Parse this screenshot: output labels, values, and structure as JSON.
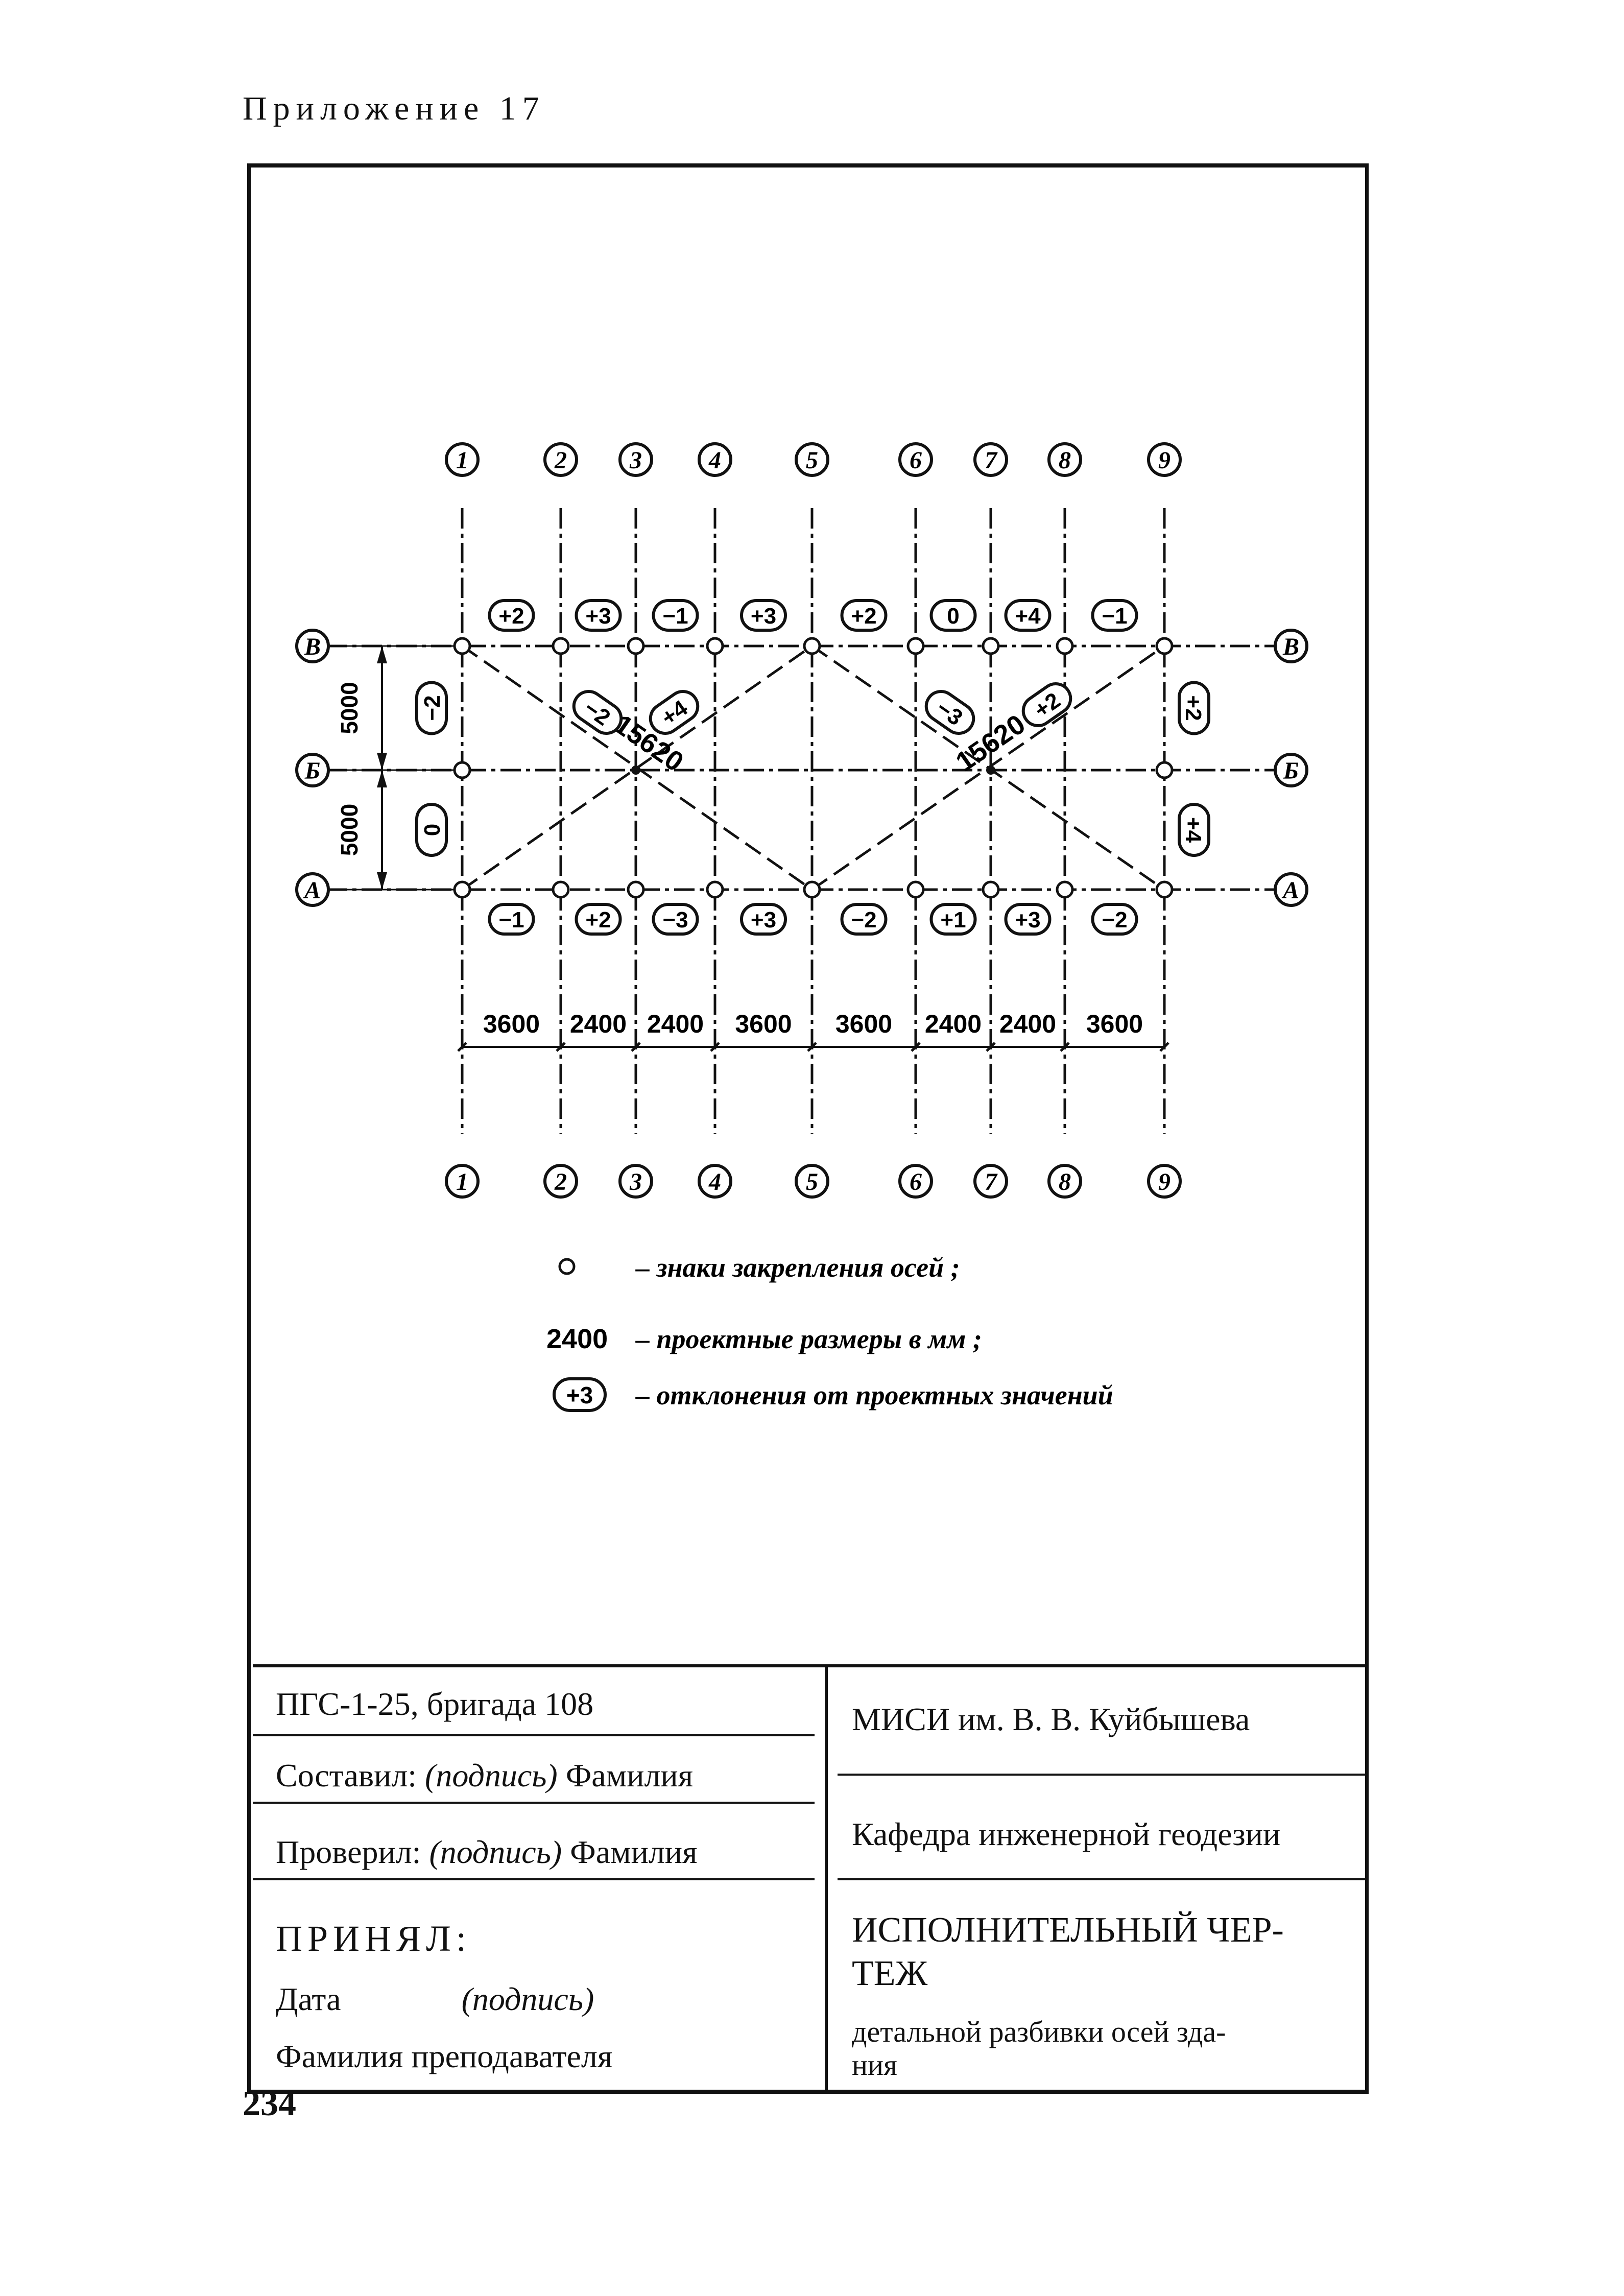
{
  "page": {
    "header": "Приложение 17",
    "number": "234"
  },
  "drawing": {
    "axis_labels_vertical": [
      "1",
      "2",
      "3",
      "4",
      "5",
      "6",
      "7",
      "8",
      "9"
    ],
    "axis_labels_horizontal": [
      "А",
      "Б",
      "В"
    ],
    "spacings": [
      "3600",
      "2400",
      "2400",
      "3600",
      "3600",
      "2400",
      "2400",
      "3600"
    ],
    "height_dims": [
      "5000",
      "5000"
    ],
    "diagonals": [
      "15620",
      "15620"
    ],
    "deviations_top": [
      "+2",
      "+3",
      "−1",
      "+3",
      "+2",
      "0",
      "+4",
      "−1"
    ],
    "deviations_bottom": [
      "−1",
      "+2",
      "−3",
      "+3",
      "−2",
      "+1",
      "+3",
      "−2"
    ],
    "deviations_left": [
      "−2",
      "0"
    ],
    "deviations_right": [
      "+2",
      "+4"
    ],
    "deviations_diagonal": [
      "−2",
      "+4",
      "−3",
      "+2"
    ],
    "legend": [
      {
        "symbol": "",
        "text": "– знаки закрепления осей ;"
      },
      {
        "symbol": "2400",
        "text": "– проектные размеры в мм ;"
      },
      {
        "symbol": "+3",
        "text": "– отклонения от проектных значений"
      }
    ]
  },
  "title_block": {
    "group": "ПГС-1-25, бригада 108",
    "compiled_label": "Составил:",
    "compiled_sign": "(подпись)",
    "compiled_name": "Фамилия",
    "checked_label": "Проверил:",
    "checked_sign": "(подпись)",
    "checked_name": "Фамилия",
    "accepted_title": "ПРИНЯЛ:",
    "date_label": "Дата",
    "date_sign": "(подпись)",
    "teacher": "Фамилия преподавателя",
    "institute": "МИСИ им. В. В. Куйбышева",
    "department": "Кафедра инженерной геодезии",
    "doc_title_line1": "ИСПОЛНИТЕЛЬНЫЙ ЧЕР-",
    "doc_title_line2": "ТЕЖ",
    "doc_subtitle_line1": "детальной разбивки осей зда-",
    "doc_subtitle_line2": "ния"
  }
}
